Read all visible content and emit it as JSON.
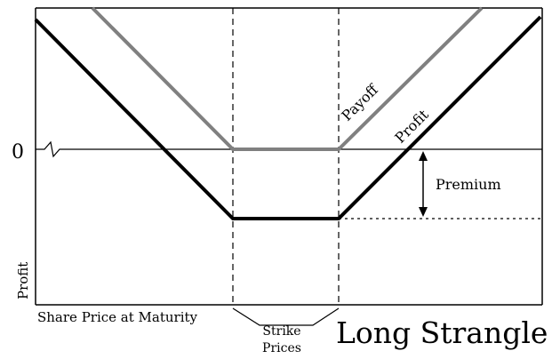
{
  "diagram": {
    "title": "Long Strangle",
    "y_axis_label": "Profit",
    "x_axis_label": "Share Price at Maturity",
    "zero_label": "0",
    "strike_label_line1": "Strike",
    "strike_label_line2": "Prices",
    "payoff_label": "Payoff",
    "profit_label": "Profit",
    "premium_label": "Premium"
  },
  "colors": {
    "payoff_line": "#808080",
    "profit_line": "#000000",
    "axis": "#000000",
    "background": "#ffffff"
  }
}
